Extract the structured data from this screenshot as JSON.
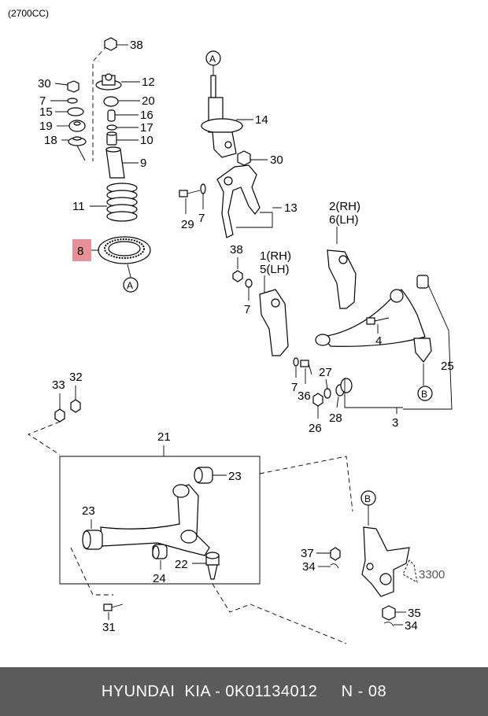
{
  "engine_label": "(2700CC)",
  "callouts": {
    "p38a": "38",
    "p12": "12",
    "p30a": "30",
    "p7a": "7",
    "p20": "20",
    "p15": "15",
    "p16": "16",
    "p19": "19",
    "p17": "17",
    "p18": "18",
    "p10": "10",
    "p9": "9",
    "p11": "11",
    "p8": "8",
    "p14": "14",
    "p30b": "30",
    "p13": "13",
    "p29": "29",
    "p7b": "7",
    "p38b": "38",
    "p7c": "7",
    "p4": "4",
    "p25": "25",
    "p7d": "7",
    "p36": "36",
    "p27": "27",
    "p26": "26",
    "p28": "28",
    "p3": "3",
    "p33": "33",
    "p32": "32",
    "p21": "21",
    "p23a": "23",
    "p23b": "23",
    "p22": "22",
    "p24": "24",
    "p31": "31",
    "p37": "37",
    "p34a": "34",
    "p3300": "3300",
    "p35": "35",
    "p34b": "34"
  },
  "side_labels": {
    "rh2": "2(RH)",
    "lh6": "6(LH)",
    "rh1": "1(RH)",
    "lh5": "5(LH)"
  },
  "ref_markers": {
    "a_top": "A",
    "a_bottom": "A",
    "b_top": "B",
    "b_bottom": "B"
  },
  "highlight_color": "#e89098",
  "footer": {
    "brand": "HYUNDAI  KIA - 0K01134012",
    "page": "N - 08"
  }
}
